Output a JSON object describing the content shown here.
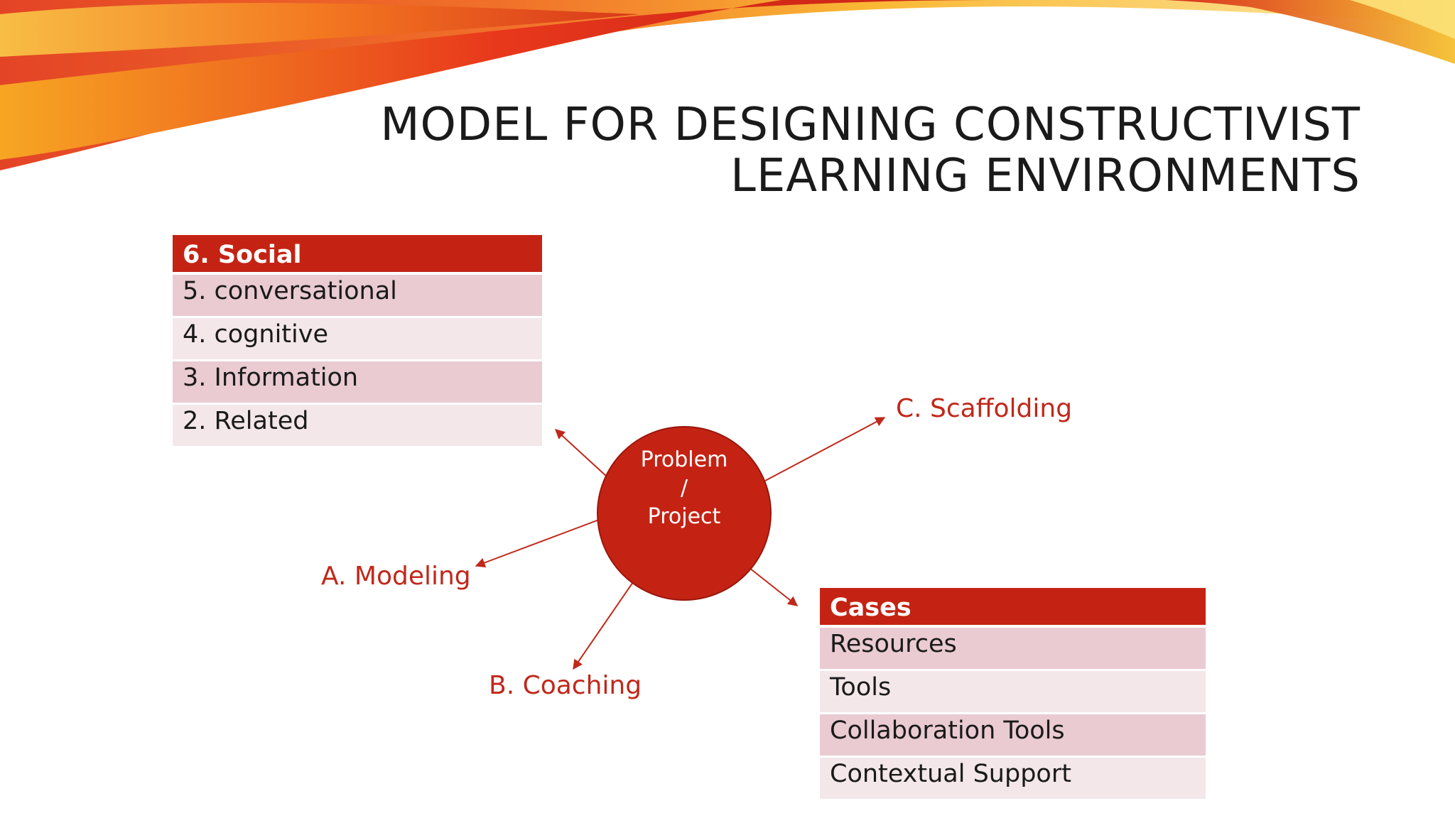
{
  "title": {
    "line1": "MODEL FOR DESIGNING CONSTRUCTIVIST",
    "line2": "LEARNING ENVIRONMENTS"
  },
  "hub": {
    "line1": "Problem",
    "line2": "/",
    "line3": "Project"
  },
  "left_table": {
    "header": "6. Social",
    "rows": [
      "5. conversational",
      "4. cognitive",
      "3. Information",
      "2. Related"
    ]
  },
  "right_table": {
    "header": "Cases",
    "rows": [
      "Resources",
      "Tools",
      "Collaboration Tools",
      "Contextual Support"
    ]
  },
  "labels": {
    "scaffolding": "C. Scaffolding",
    "modeling": "A. Modeling",
    "coaching": "B. Coaching"
  },
  "colors": {
    "accent_red": "#c42314",
    "row_dark": "#e9cbd1",
    "row_light": "#f3e7ea",
    "label_red": "#c0281a"
  }
}
